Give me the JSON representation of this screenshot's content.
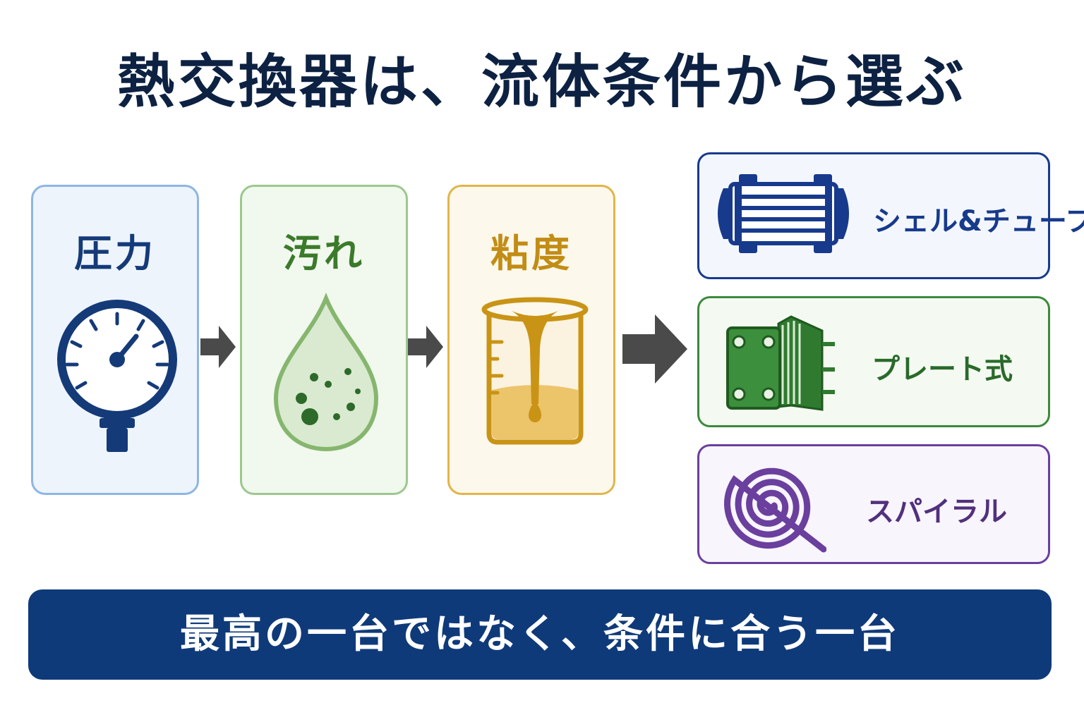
{
  "title": "熱交換器は、流体条件から選ぶ",
  "conditions": [
    {
      "label": "圧力",
      "icon": "pressure-gauge-icon",
      "color": "#143a78"
    },
    {
      "label": "汚れ",
      "icon": "dirty-droplet-icon",
      "color": "#3b7a2a"
    },
    {
      "label": "粘度",
      "icon": "viscous-beaker-icon",
      "color": "#c28d15"
    }
  ],
  "exchanger_types": [
    {
      "label": "シェル&チューブ",
      "icon": "shell-and-tube-icon",
      "color": "#173a8c"
    },
    {
      "label": "プレート式",
      "icon": "plate-exchanger-icon",
      "color": "#2a6a2a"
    },
    {
      "label": "スパイラル",
      "icon": "spiral-icon",
      "color": "#52307c"
    }
  ],
  "banner": {
    "text": "最高の一台ではなく、条件に合う一台"
  }
}
